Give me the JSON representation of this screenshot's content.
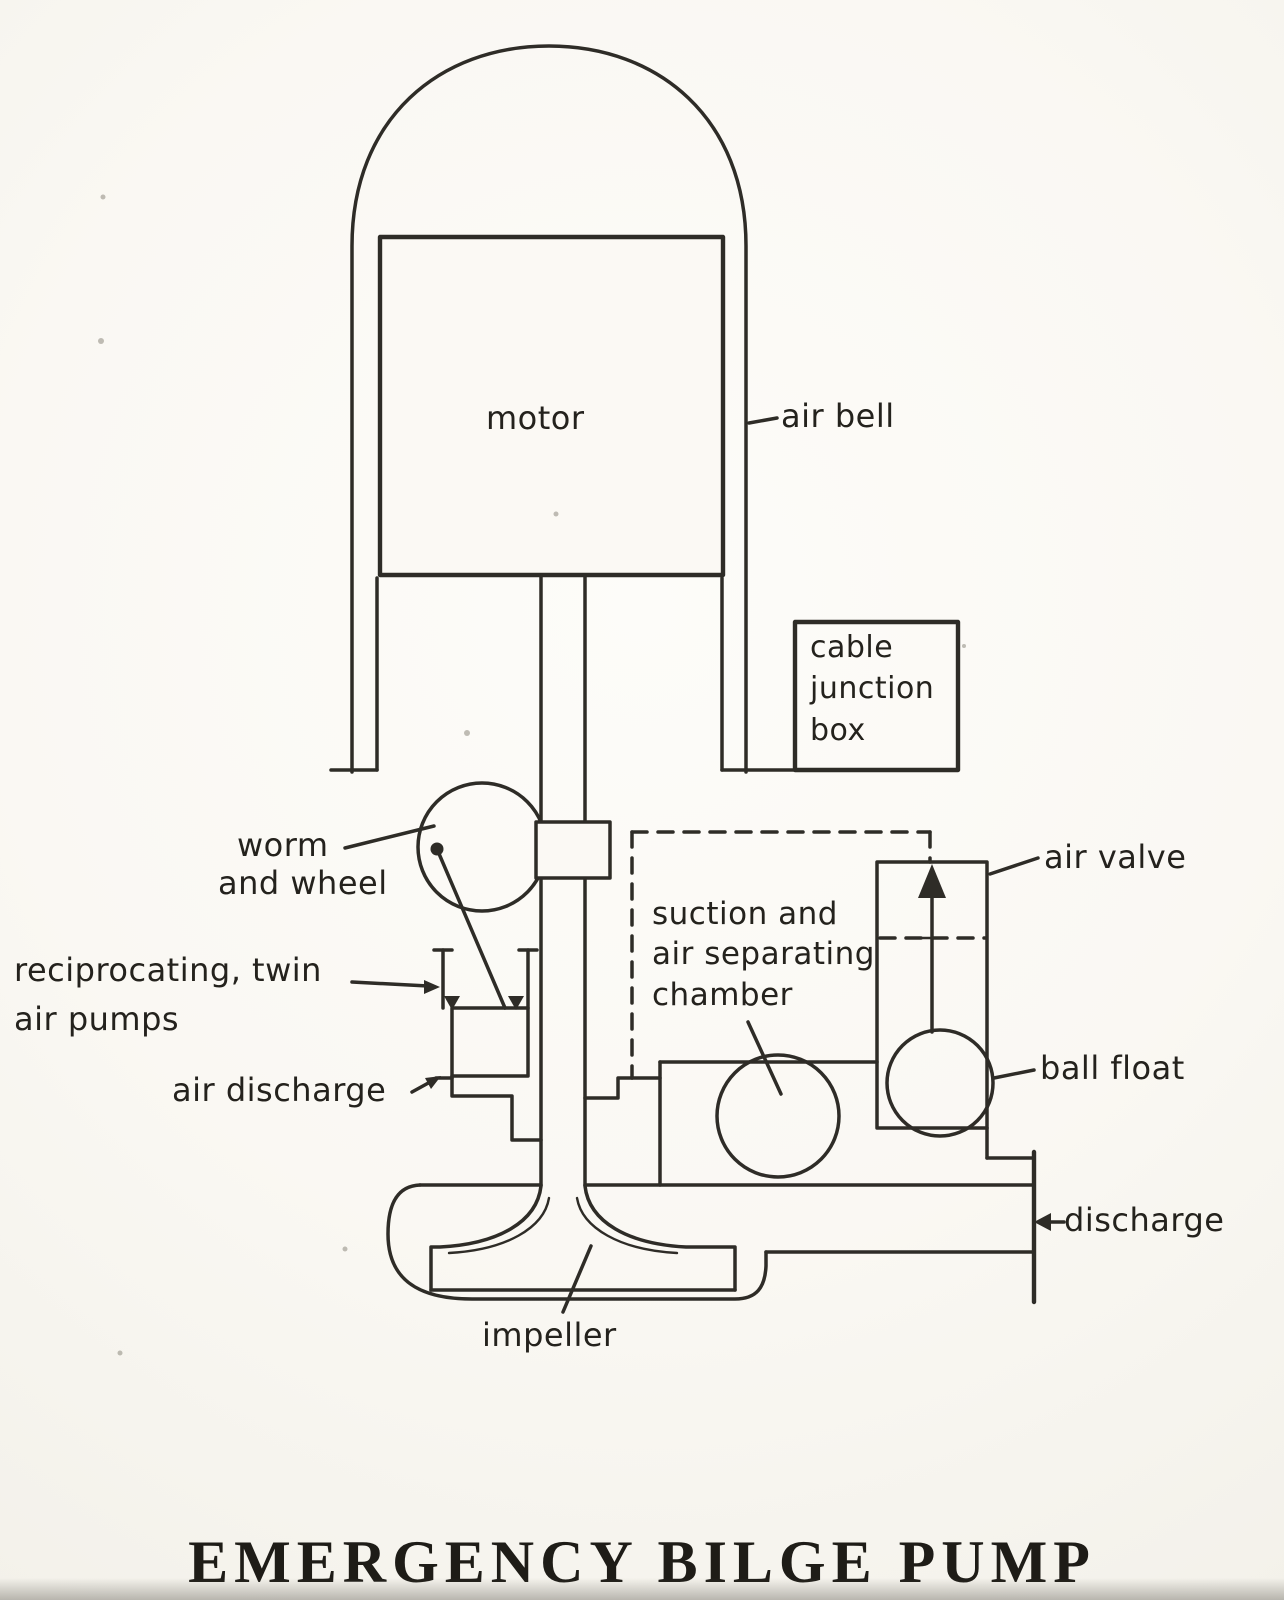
{
  "diagram": {
    "title": "EMERGENCY BILGE PUMP",
    "labels": {
      "motor": "motor",
      "air_bell": "air bell",
      "cable_junction_box": [
        "cable",
        "junction",
        "box"
      ],
      "worm_and_wheel": [
        "worm",
        "and wheel"
      ],
      "air_valve": "air valve",
      "suction_chamber": [
        "suction and",
        "air separating",
        "chamber"
      ],
      "reciprocating_pumps": [
        "reciprocating, twin",
        "air  pumps"
      ],
      "air_discharge": "air discharge",
      "ball_float": "ball float",
      "impeller": "impeller",
      "discharge": "discharge"
    },
    "colors": {
      "ink": "#2e2c27",
      "paper": "#faf8f3"
    }
  }
}
